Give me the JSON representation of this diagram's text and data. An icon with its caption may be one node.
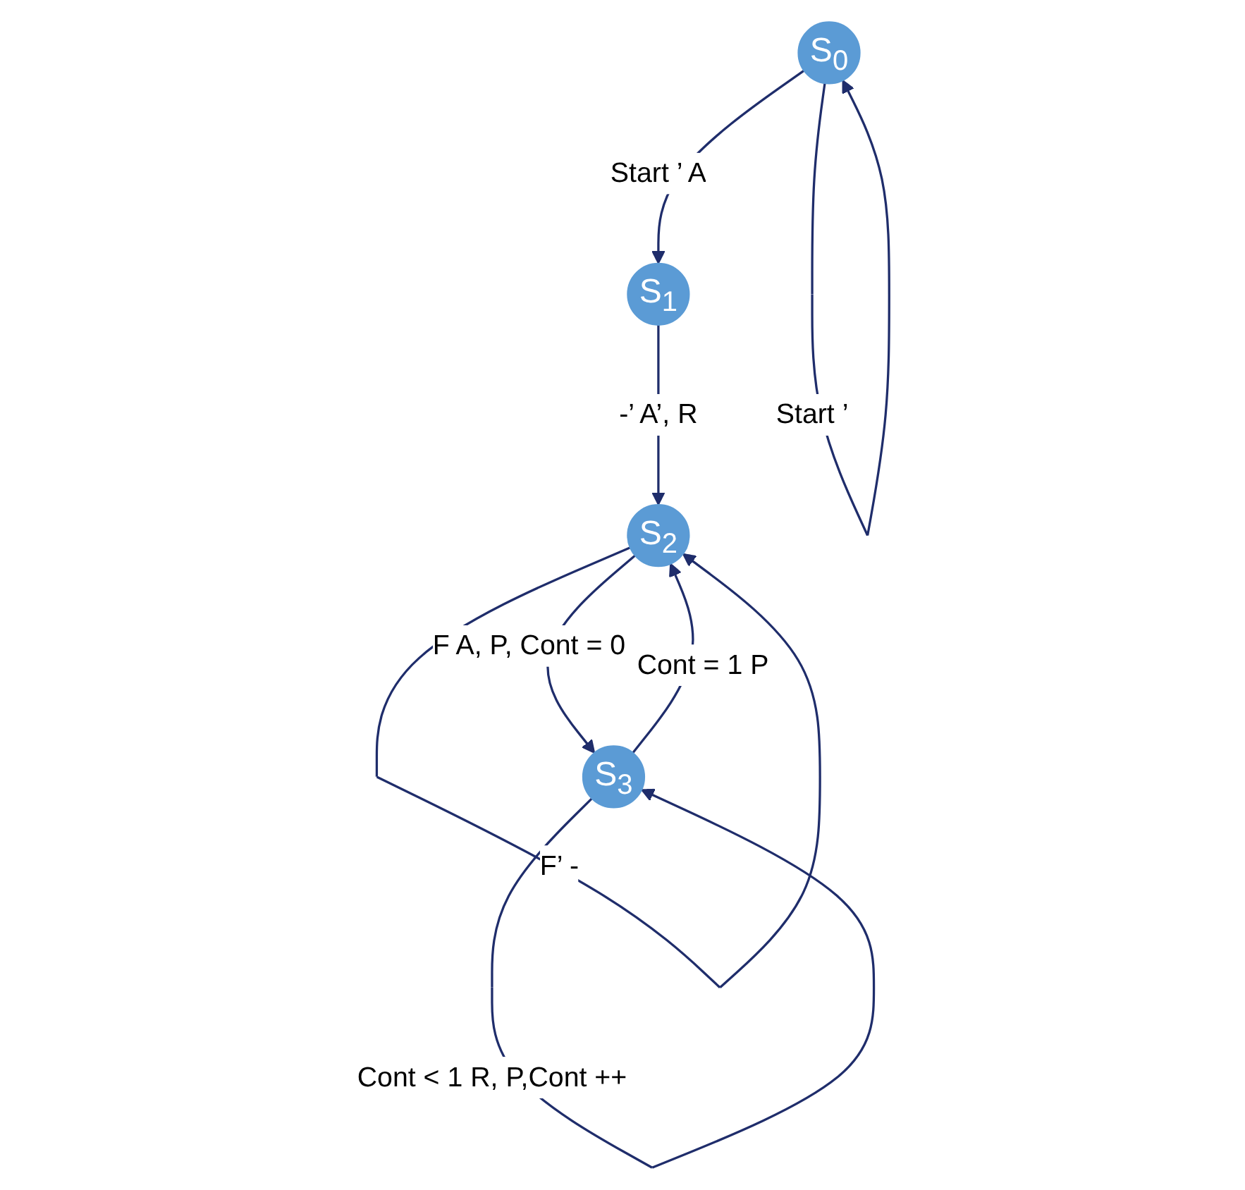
{
  "diagram": {
    "nodes": [
      {
        "text": [
          "S$_{0}$"
        ]
      },
      {
        "text": [
          "S$_{1}$"
        ]
      },
      {
        "text": [
          "S$_{2}$"
        ]
      },
      {
        "text": [
          "S$_{3}$"
        ]
      }
    ],
    "edges": [
      {
        "from": 0,
        "to": 0,
        "arrow": "to",
        "label": "Start ’"
      },
      {
        "from": 0,
        "to": 1,
        "arrow": "to",
        "label": "Start ’ A"
      },
      {
        "from": 1,
        "to": 2,
        "arrow": "to",
        "label": "-’ A’, R"
      },
      {
        "from": 3,
        "to": 2,
        "arrow": "to",
        "label": "Cont = 1 P"
      },
      {
        "from": 2,
        "to": 3,
        "arrow": "to",
        "label": "F A, P, Cont = 0"
      },
      {
        "from": 3,
        "to": 3,
        "arrow": "to",
        "label": "Cont < 1 R, P,Cont ++"
      },
      {
        "from": 2,
        "to": 2,
        "arrow": "to",
        "label": "F’ -"
      }
    ]
  }
}
